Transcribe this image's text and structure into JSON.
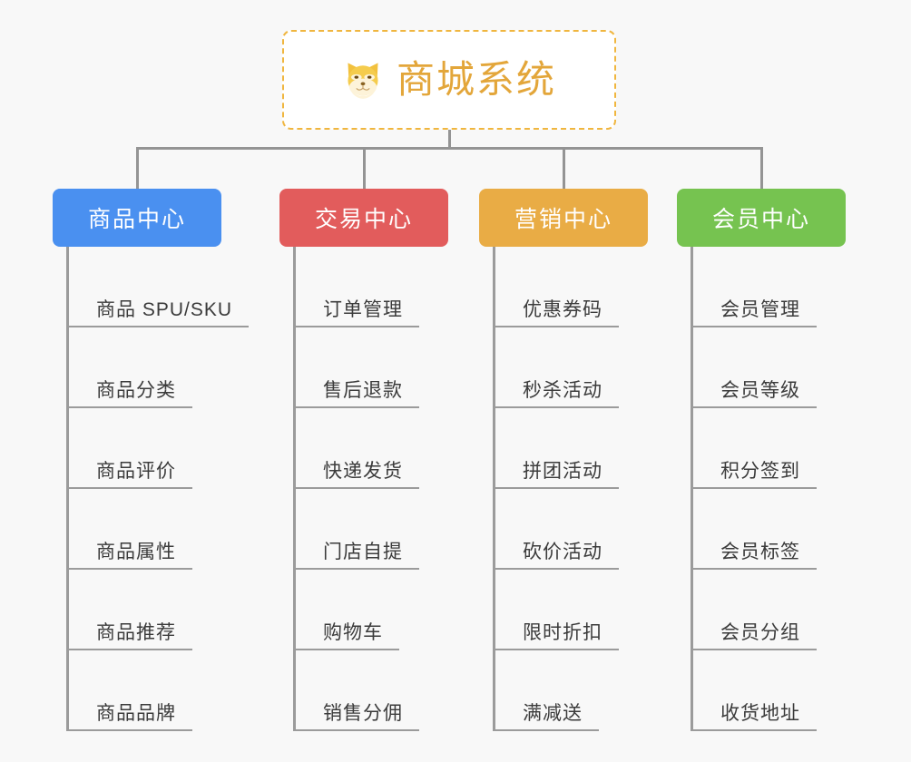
{
  "diagram": {
    "type": "org-chart",
    "background_color": "#f8f8f8",
    "connector_color": "#949494",
    "root": {
      "title": "商城系统",
      "icon": "shiba-dog-icon",
      "text_color": "#e3a63a",
      "border_color": "#f0b63f",
      "background_color": "#ffffff",
      "border_style": "dashed"
    },
    "branches": [
      {
        "label": "商品中心",
        "color": "#4a90f0",
        "items": [
          "商品 SPU/SKU",
          "商品分类",
          "商品评价",
          "商品属性",
          "商品推荐",
          "商品品牌"
        ]
      },
      {
        "label": "交易中心",
        "color": "#e25c5c",
        "items": [
          "订单管理",
          "售后退款",
          "快递发货",
          "门店自提",
          "购物车",
          "销售分佣"
        ]
      },
      {
        "label": "营销中心",
        "color": "#e9ac45",
        "items": [
          "优惠券码",
          "秒杀活动",
          "拼团活动",
          "砍价活动",
          "限时折扣",
          "满减送"
        ]
      },
      {
        "label": "会员中心",
        "color": "#76c350",
        "items": [
          "会员管理",
          "会员等级",
          "积分签到",
          "会员标签",
          "会员分组",
          "收货地址"
        ]
      }
    ]
  }
}
